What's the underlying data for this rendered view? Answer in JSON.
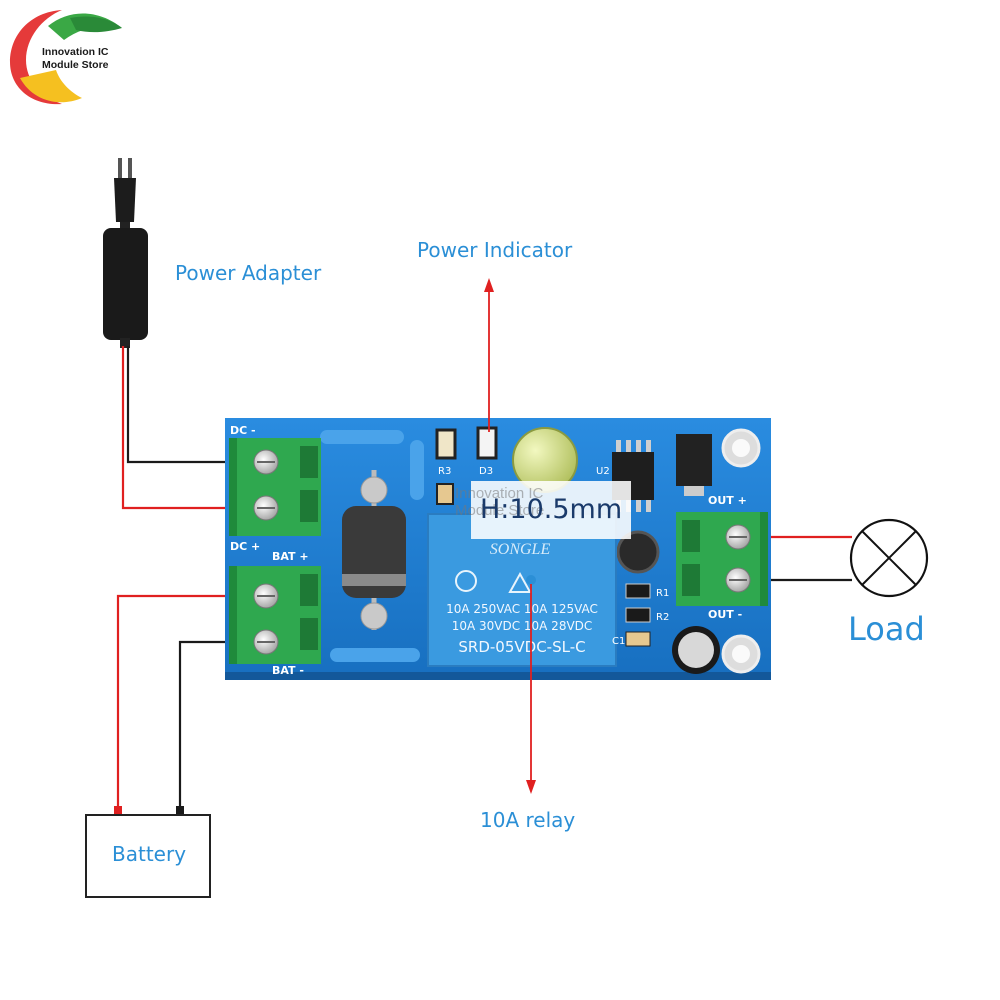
{
  "logo": {
    "line1": "Innovation IC",
    "line2": "Module Store"
  },
  "labels": {
    "power_adapter": "Power Adapter",
    "power_indicator": "Power Indicator",
    "relay": "10A relay",
    "load": "Load",
    "battery": "Battery",
    "dimension": "H:10.5mm"
  },
  "watermark": {
    "line1": "Innovation IC",
    "line2": "Module Store"
  },
  "board": {
    "silkscreen": {
      "dc_minus": "DC -",
      "dc_plus": "DC +",
      "bat_plus": "BAT +",
      "bat_minus": "BAT -",
      "out_plus": "OUT +",
      "out_minus": "OUT -",
      "r3": "R3",
      "d3": "D3",
      "u2": "U2",
      "r1": "R1",
      "r2": "R2",
      "c1": "C1"
    },
    "relay_text": {
      "brand": "SONGLE",
      "rating1": "10A 250VAC 10A 125VAC",
      "rating2": "10A  30VDC 10A 28VDC",
      "model": "SRD-05VDC-SL-C"
    }
  },
  "colors": {
    "label_blue": "#2b8fd6",
    "wire_red": "#e02020",
    "wire_black": "#1a1a1a",
    "pcb_blue": "#1f7fd0",
    "terminal_green": "#2fa84f",
    "relay_blue": "#3a9ae0"
  }
}
